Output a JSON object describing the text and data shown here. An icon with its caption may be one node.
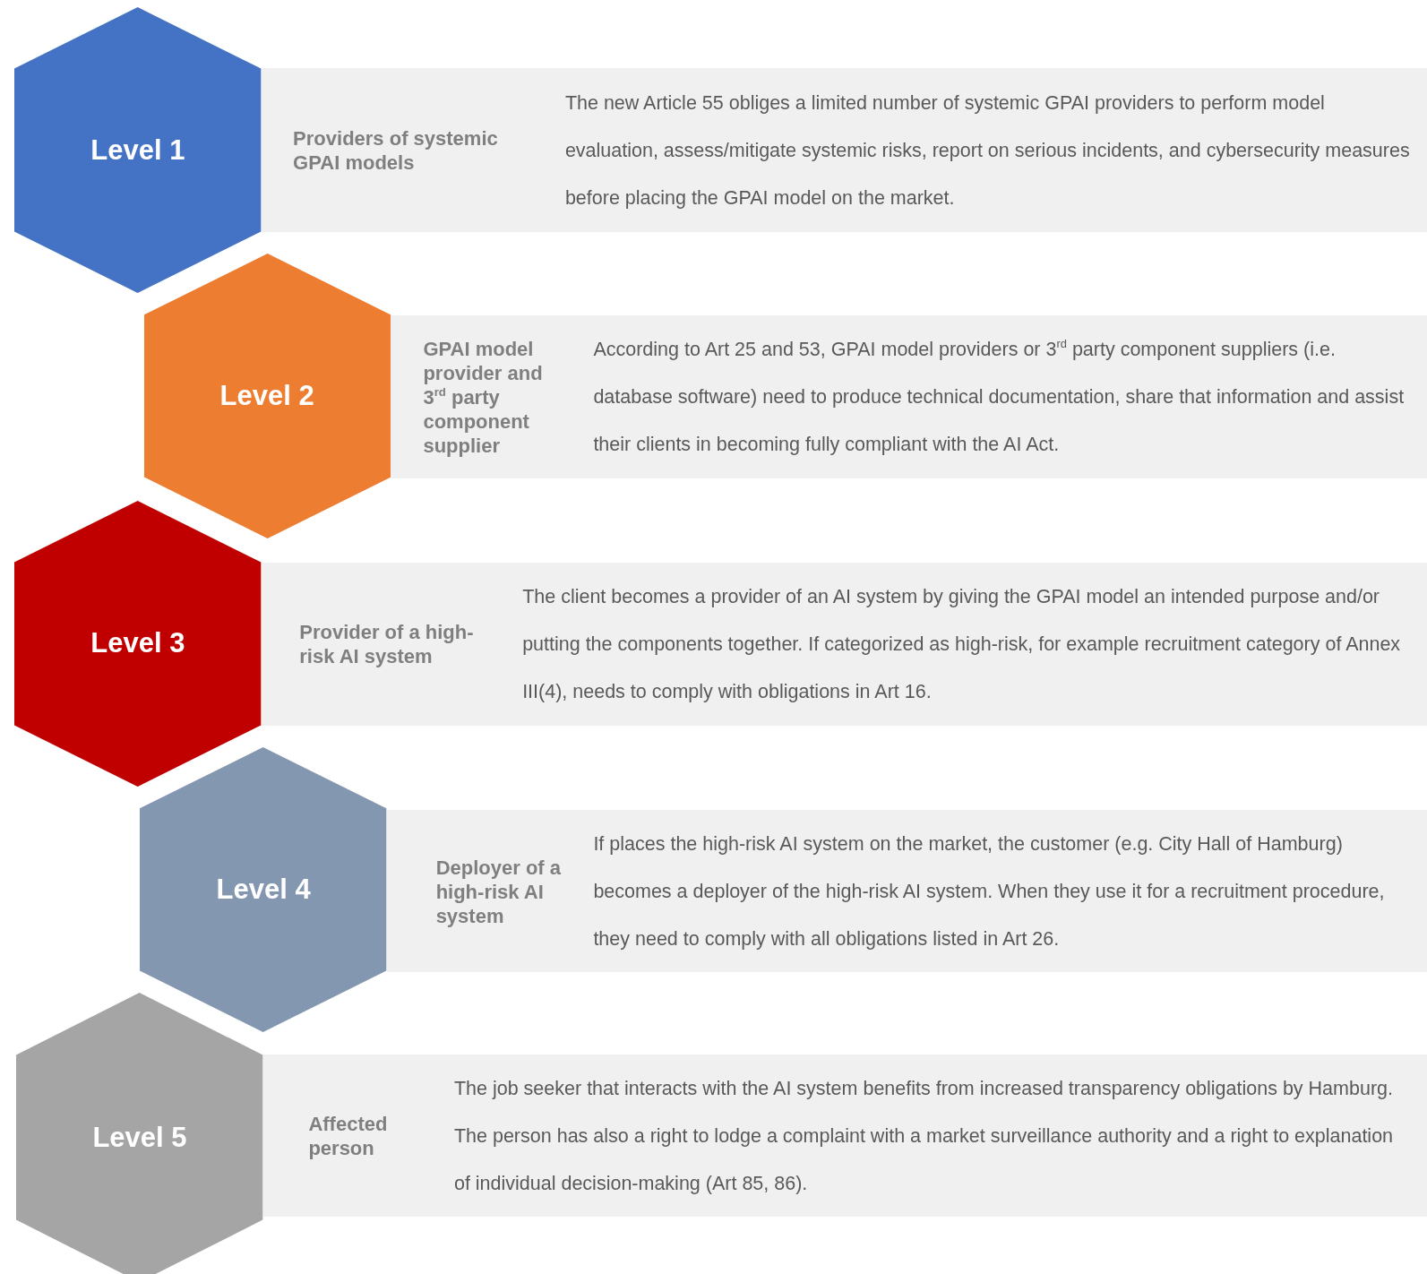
{
  "diagram": {
    "nodes": [
      {
        "text": [
          "Level 1"
        ]
      },
      {
        "text": [
          "Providers of systemic GPAI models",
          "The new Article 55 obliges a limited number of systemic GPAI providers to perform model evaluation, assess/mitigate systemic risks, report on serious incidents, and cybersecurity measures before placing the GPAI model on the market."
        ]
      },
      {
        "text": [
          "Level 2"
        ]
      },
      {
        "text": [
          "GPAI model provider and 3$^{rd}$ party component supplier",
          "According to Art 25 and 53, GPAI model providers or 3$^{rd}$ party component suppliers (i.e. database software) need to produce technical documentation, share that information and assist their clients in becoming fully compliant with the AI Act."
        ]
      },
      {
        "text": [
          "Level 3"
        ]
      },
      {
        "text": [
          "Provider of a high-risk AI system",
          "The client becomes a provider of an AI system by giving the GPAI model an intended purpose and/or putting the components together. If categorized as high-risk, for example recruitment category of Annex III(4), needs to comply with obligations in Art 16."
        ]
      },
      {
        "text": [
          "Level 4"
        ]
      },
      {
        "text": [
          "Deployer of a high-risk AI system",
          "If places the high-risk AI system on the market, the customer (e.g. City Hall of Hamburg) becomes a deployer of the high-risk AI system. When they use it for a recruitment procedure, they need to comply with all obligations listed in Art 26."
        ]
      },
      {
        "text": [
          "Level 5"
        ]
      },
      {
        "text": [
          "Affected person",
          "The job seeker that interacts with the AI system benefits from increased transparency obligations by Hamburg. The person has also a right to lodge a complaint with a market surveillance authority and a right to explanation of individual decision-making (Art 85, 86)."
        ]
      }
    ]
  }
}
